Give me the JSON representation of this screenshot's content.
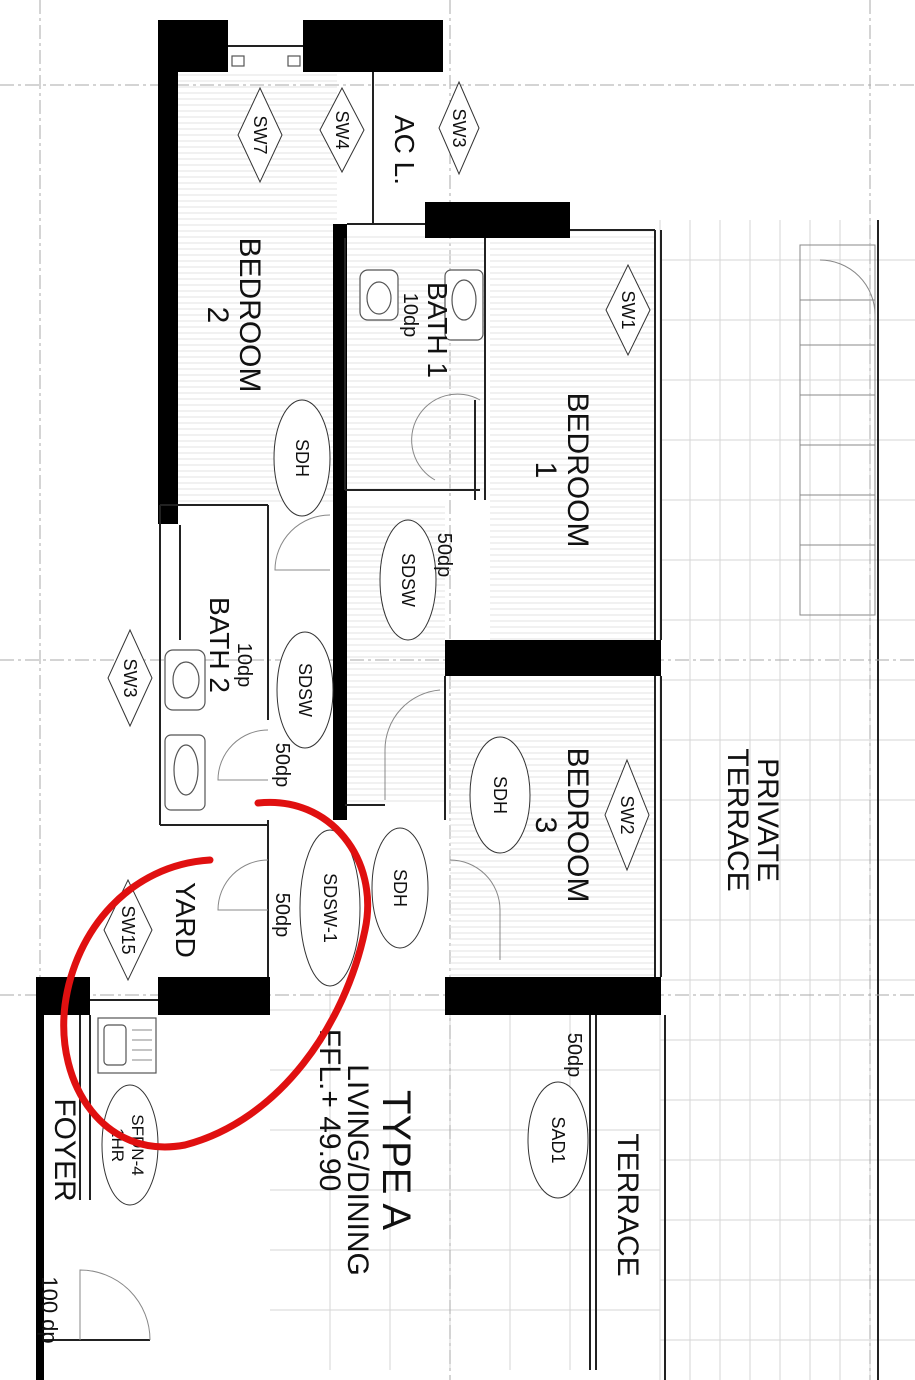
{
  "plan": {
    "unit_type": "TYPE A",
    "rooms": {
      "bedroom1": {
        "name": "BEDROOM",
        "number": "1"
      },
      "bedroom2": {
        "name": "BEDROOM",
        "number": "2"
      },
      "bedroom3": {
        "name": "BEDROOM",
        "number": "3"
      },
      "bath1": {
        "name": "BATH 1",
        "drop": "10dp"
      },
      "bath2": {
        "name": "BATH 2",
        "drop": "10dp"
      },
      "ac_ledge": "AC L.",
      "yard": "YARD",
      "foyer": "FOYER",
      "foyer_drop": "100 dp",
      "living": "LIVING/DINING",
      "ffl": "FFL.+ 49.90",
      "terrace": "TERRACE",
      "private_terrace": {
        "line1": "PRIVATE",
        "line2": "TERRACE"
      }
    },
    "tags": {
      "sw7": "SW7",
      "sw4": "SW4",
      "sw3_top": "SW3",
      "sw1": "SW1",
      "sw2": "SW2",
      "sw3_left": "SW3",
      "sw15": "SW15",
      "sdh_bed2": "SDH",
      "sdh_bed3": "SDH",
      "sdh_hall": "SDH",
      "sdsw_bath1": "SDSW",
      "sdsw_bath2": "SDSW",
      "sdsw_yard": "SDSW-1",
      "sfdn": "SFDN-4",
      "sfdn_rating": "1HR",
      "sad": "SAD1"
    },
    "drops": {
      "hall_bath1": "50dp",
      "bath2_door": "50dp",
      "yard_door": "50dp",
      "terrace_door": "50dp"
    },
    "colors": {
      "wall": "#000000",
      "markup": "#e01010",
      "grid": "#d6d6d6"
    }
  }
}
